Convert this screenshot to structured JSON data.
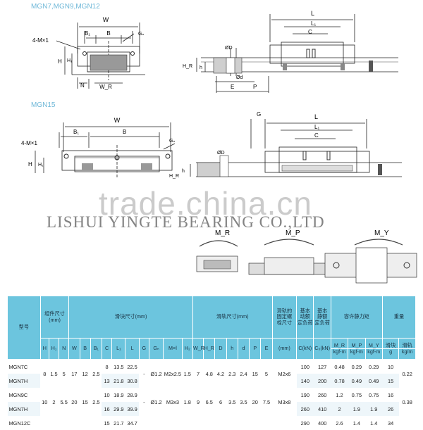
{
  "sections": {
    "top_label": "MGN7,MGN9,MGN12",
    "mid_label": "MGN15"
  },
  "diagram_top": {
    "front": {
      "w": "W",
      "b1": "B₁",
      "b": "B",
      "gn": "Gₙ",
      "mx": "4-M×1",
      "h": "H",
      "h1": "H₁",
      "n": "N",
      "wr": "W_R"
    },
    "side": {
      "l": "L",
      "l1": "L₁",
      "c": "C",
      "hr": "H_R",
      "h": "h",
      "od": "ØD",
      "d": "Ød",
      "e": "E",
      "p": "P"
    }
  },
  "diagram_mid": {
    "front": {
      "w": "W",
      "b1": "B₁",
      "b": "B",
      "gn": "Gₙ",
      "mx": "4-M×1",
      "h": "H",
      "h1": "H₁",
      "hr": "H_R"
    },
    "side": {
      "g": "G",
      "l": "L",
      "l1": "L₁",
      "c": "C",
      "od": "ØD",
      "h": "h"
    }
  },
  "watermark": "trade.china.cn",
  "company": "LISHUI YINGTE BEARING CO.,LTD",
  "moments": {
    "mr": "M_R",
    "mp": "M_P",
    "my": "M_Y"
  },
  "table": {
    "h_model": "型号",
    "h_assembly": "组件尺寸\n(mm)",
    "h_block": "滑块尺寸(mm)",
    "h_rail": "滑轨尺寸(mm)",
    "h_bolt": "滑轨的\n固定螺\n栓尺寸",
    "h_dyn": "基本\n动额\n定负荷",
    "h_sta": "基本\n静额\n定负荷",
    "h_moment": "容许静力矩",
    "h_weight": "重量",
    "sub": [
      "H",
      "H₁",
      "N",
      "W",
      "B",
      "B₁",
      "C",
      "L₁",
      "L",
      "G",
      "Gₙ",
      "M×l",
      "H₂",
      "W_R",
      "H_R",
      "D",
      "h",
      "d",
      "P",
      "E",
      "(mm)",
      "C(kN)",
      "C₀(kN)",
      "M_R",
      "M_P",
      "M_Y",
      "滑块",
      "滑轨"
    ],
    "units": [
      "kgf-m",
      "kgf-m",
      "kgf-m",
      "g",
      "kg/m"
    ],
    "rows": [
      {
        "model": "MGN7C",
        "H": "8",
        "H1": "1.5",
        "N": "5",
        "W": "17",
        "B": "12",
        "B1": "2.5",
        "C": "8",
        "L1": "13.5",
        "L": "22.5",
        "G": "-",
        "Gn": "Ø1.2",
        "M": "M2x2.5",
        "H2": "1.5",
        "WR": "7",
        "HR": "4.8",
        "D": "4.2",
        "h": "2.3",
        "d": "2.4",
        "P": "15",
        "E": "5",
        "bolt": "M2x6",
        "Ck": "100",
        "C0": "127",
        "MR": "0.48",
        "MP": "0.29",
        "MY": "0.29",
        "wb": "10",
        "wr": "0.22"
      },
      {
        "model": "MGN7H",
        "C": "13",
        "L1": "21.8",
        "L": "30.8",
        "Ck": "140",
        "C0": "200",
        "MR": "0.78",
        "MP": "0.49",
        "MY": "0.49",
        "wb": "15"
      },
      {
        "model": "MGN9C",
        "H": "10",
        "H1": "2",
        "N": "5.5",
        "W": "20",
        "B": "15",
        "B1": "2.5",
        "C": "10",
        "L1": "18.9",
        "L": "28.9",
        "G": "-",
        "Gn": "Ø1.2",
        "M": "M3x3",
        "H2": "1.8",
        "WR": "9",
        "HR": "6.5",
        "D": "6",
        "h": "3.5",
        "d": "3.5",
        "P": "20",
        "E": "7.5",
        "bolt": "M3x8",
        "Ck": "190",
        "C0": "260",
        "MR": "1.2",
        "MP": "0.75",
        "MY": "0.75",
        "wb": "16",
        "wr": "0.38"
      },
      {
        "model": "MGN7H",
        "C": "16",
        "L1": "29.9",
        "L": "39.9",
        "Ck": "260",
        "C0": "410",
        "MR": "2",
        "MP": "1.9",
        "MY": "1.9",
        "wb": "26"
      },
      {
        "model": "MGN12C",
        "C": "15",
        "L1": "21.7",
        "L": "34.7",
        "Ck": "290",
        "C0": "400",
        "MR": "2.6",
        "MP": "1.4",
        "MY": "1.4",
        "wb": "34"
      }
    ]
  }
}
